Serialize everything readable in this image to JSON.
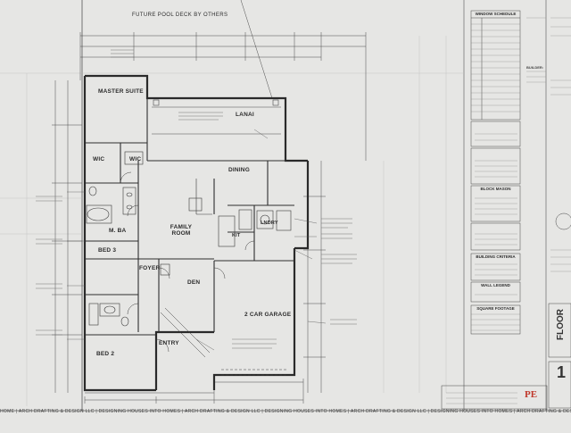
{
  "plan": {
    "top_note": "FUTURE POOL DECK BY OTHERS",
    "rooms": {
      "master_suite": "MASTER SUITE",
      "lanai": "LANAI",
      "dining": "DINING",
      "wic": "WIC",
      "wic2": "WIC",
      "family_room": "FAMILY ROOM",
      "laundry": "LNDRY",
      "kit": "KIT",
      "m_ba": "M. BA",
      "bed3": "BED 3",
      "foyer": "FOYER",
      "den": "DEN",
      "garage": "2 CAR GARAGE",
      "entry": "ENTRY",
      "bed2": "BED 2"
    }
  },
  "title_block": {
    "window_schedule": "WINDOW SCHEDULE",
    "block_mason": "BLOCK MASON",
    "building_criteria": "BUILDING CRITERIA",
    "wall_legend": "WALL LEGEND",
    "square_footage": "SQUARE FOOTAGE",
    "builder": "BUILDER:",
    "floor": "FLOOR",
    "sheet_number": "1",
    "pe_logo": "PE"
  },
  "footer": {
    "text": "HOME | ARCH DRAFTING & DESIGN LLC | DESIGNING HOUSES INTO HOMES | ARCH DRAFTING & DESIGN LLC | DESIGNING HOUSES INTO HOMES | ARCH DRAFTING & DESIGN LLC | DESIGNING HOUSES INTO HOMES | ARCH DRAFTING & DESIGN LLC | DESIGNING HOUSES INTO HOMES | ARC"
  },
  "colors": {
    "paper": "#e6e6e4",
    "line": "#3a3a3a",
    "pe_red": "#c0392b"
  }
}
